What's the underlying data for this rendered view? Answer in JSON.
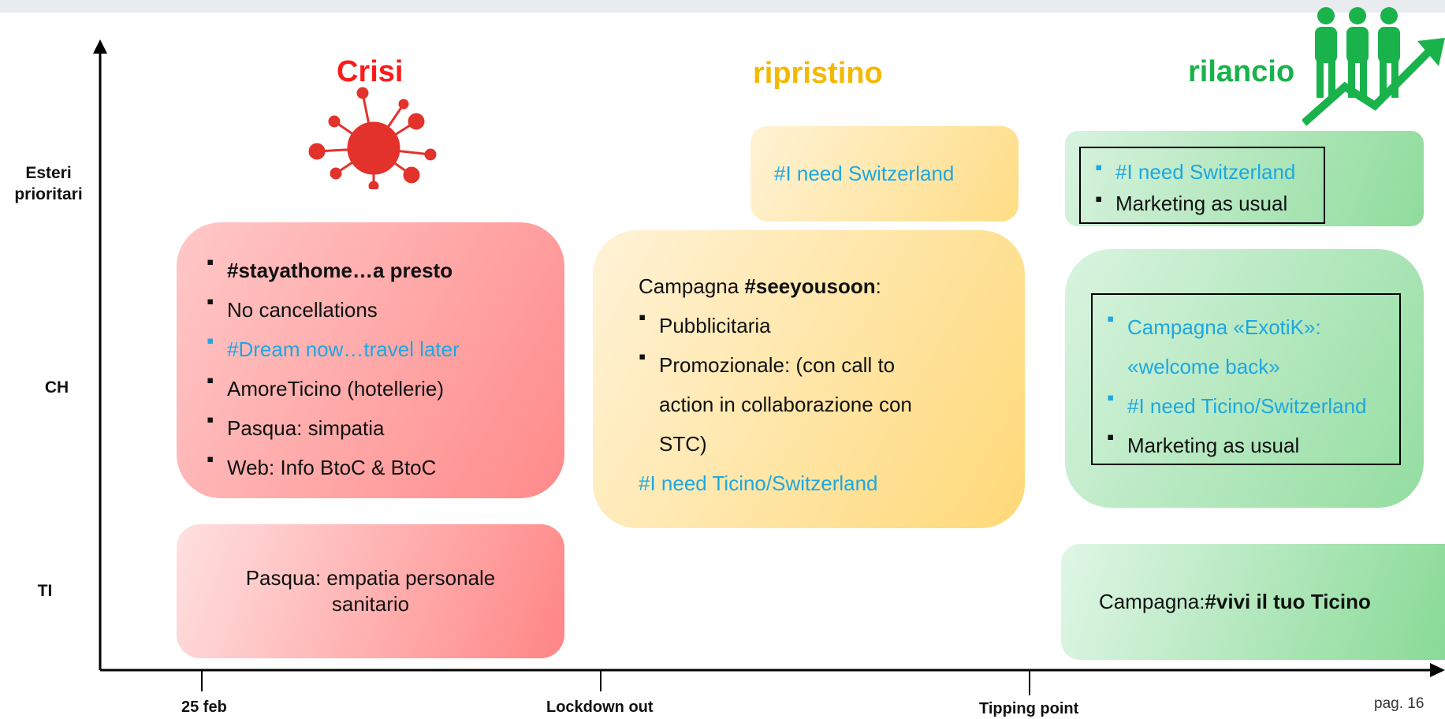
{
  "colors": {
    "crisis": "#ff1a1a",
    "ripristino": "#f5b800",
    "rilancio": "#19b24b",
    "link_blue": "#1ea7e1"
  },
  "phases": {
    "crisi": "Crisi",
    "ripristino": "ripristino",
    "rilancio": "rilancio"
  },
  "y_axis": {
    "esteri_line1": "Esteri",
    "esteri_line2": "prioritari",
    "ch": "CH",
    "ti": "TI"
  },
  "x_axis": {
    "t1": "25 feb",
    "t2": "Lockdown out",
    "t3": "Tipping point"
  },
  "page": "pag. 16",
  "icons": [
    "virus-icon",
    "growth-people-icon"
  ],
  "crisi_ch": {
    "items": [
      {
        "bold_prefix": "#stayathome…a presto"
      },
      {
        "text": "No cancellations"
      },
      {
        "text": "#Dream now…travel later",
        "blue": true
      },
      {
        "text": "AmoreTicino (hotellerie)"
      },
      {
        "text": "Pasqua: simpatia"
      },
      {
        "text": "Web: Info BtoC & BtoC"
      }
    ]
  },
  "crisi_ti": {
    "line1": "Pasqua: empatia personale",
    "line2": "sanitario"
  },
  "ripristino_esteri": {
    "text": "#I need Switzerland"
  },
  "ripristino_ch": {
    "intro_prefix": "Campagna ",
    "intro_bold": "#seeyousoon",
    "intro_suffix": ":",
    "item1": "Pubblicitaria",
    "item2_line1": "Promozionale: (con call to",
    "item2_line2": "action in collaborazione con",
    "item2_line3": "STC)",
    "hashtag": "#I need Ticino/Switzerland"
  },
  "rilancio_esteri": {
    "item1": "#I need Switzerland",
    "item2": "Marketing as usual"
  },
  "rilancio_ch": {
    "item1_line1": "Campagna «ExotiK»:",
    "item1_line2": "«welcome back»",
    "item2": "#I need Ticino/Switzerland",
    "item3": "Marketing as usual"
  },
  "rilancio_ti": {
    "prefix": "Campagna: ",
    "bold": "#vivi il tuo Ticino"
  }
}
